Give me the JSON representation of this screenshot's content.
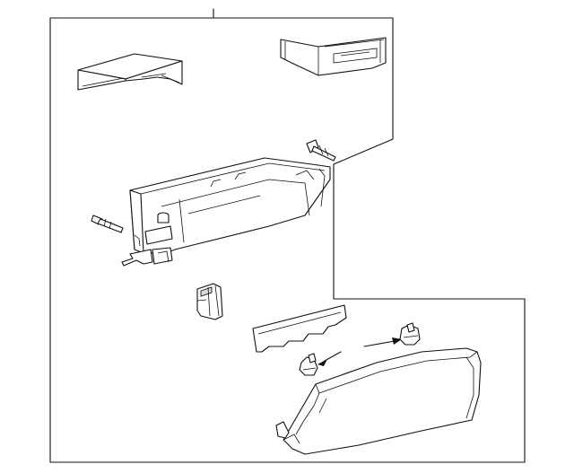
{
  "diagram": {
    "type": "exploded-parts-diagram",
    "colors": {
      "background": "#ffffff",
      "linework": "#111111",
      "shading": "#d9d9d9"
    },
    "parts": [
      {
        "name": "upper-bracket-left"
      },
      {
        "name": "upper-bracket-right"
      },
      {
        "name": "glove-box-housing"
      },
      {
        "name": "push-pin-clip-left"
      },
      {
        "name": "push-pin-clip-right"
      },
      {
        "name": "latch-striker"
      },
      {
        "name": "reinforcement-strip"
      },
      {
        "name": "door-bumper-upper"
      },
      {
        "name": "door-bumper-lower"
      },
      {
        "name": "glove-box-door"
      }
    ]
  }
}
